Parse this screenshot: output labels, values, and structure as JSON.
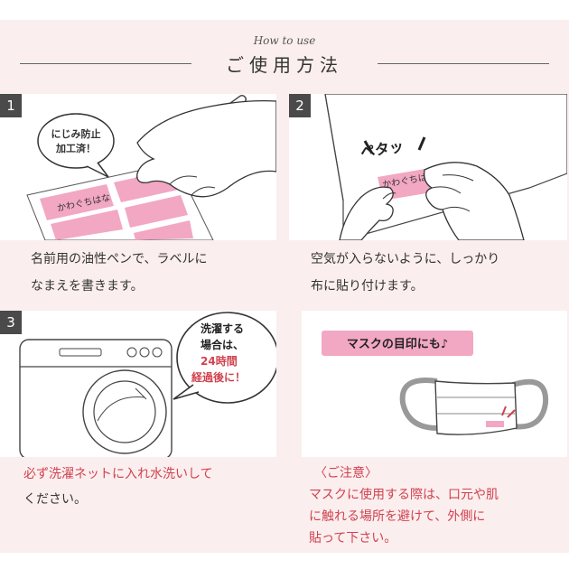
{
  "header": {
    "subtitle": "How to use",
    "title": "ご使用方法"
  },
  "step1": {
    "number": "1",
    "bubble": [
      "にじみ防止",
      "加工済！"
    ],
    "label_text": "かわぐちはな",
    "caption": [
      "名前用の油性ペンで、ラベルに",
      "なまえを書きます。"
    ]
  },
  "step2": {
    "number": "2",
    "sound": "ペタッ",
    "label_text": "かわぐちはな",
    "caption": [
      "空気が入らないように、しっかり",
      "布に貼り付けます。"
    ]
  },
  "step3": {
    "number": "3",
    "bubble": [
      "洗濯する",
      "場合は、",
      "24時間",
      "経過後に！"
    ],
    "caption": [
      "必ず洗濯ネットに入れ水洗いして",
      "ください。"
    ]
  },
  "mask": {
    "banner": "マスクの目印にも♪",
    "notice_title": "〈ご注意〉",
    "notice": [
      "マスクに使用する際は、口元や肌",
      "に触れる場所を避けて、外側に",
      "貼って下さい。"
    ]
  },
  "colors": {
    "pink": "#f2a7c3",
    "accent_red": "#d0424f",
    "badge": "#4a4a4a",
    "bg": "#fbeeee"
  }
}
